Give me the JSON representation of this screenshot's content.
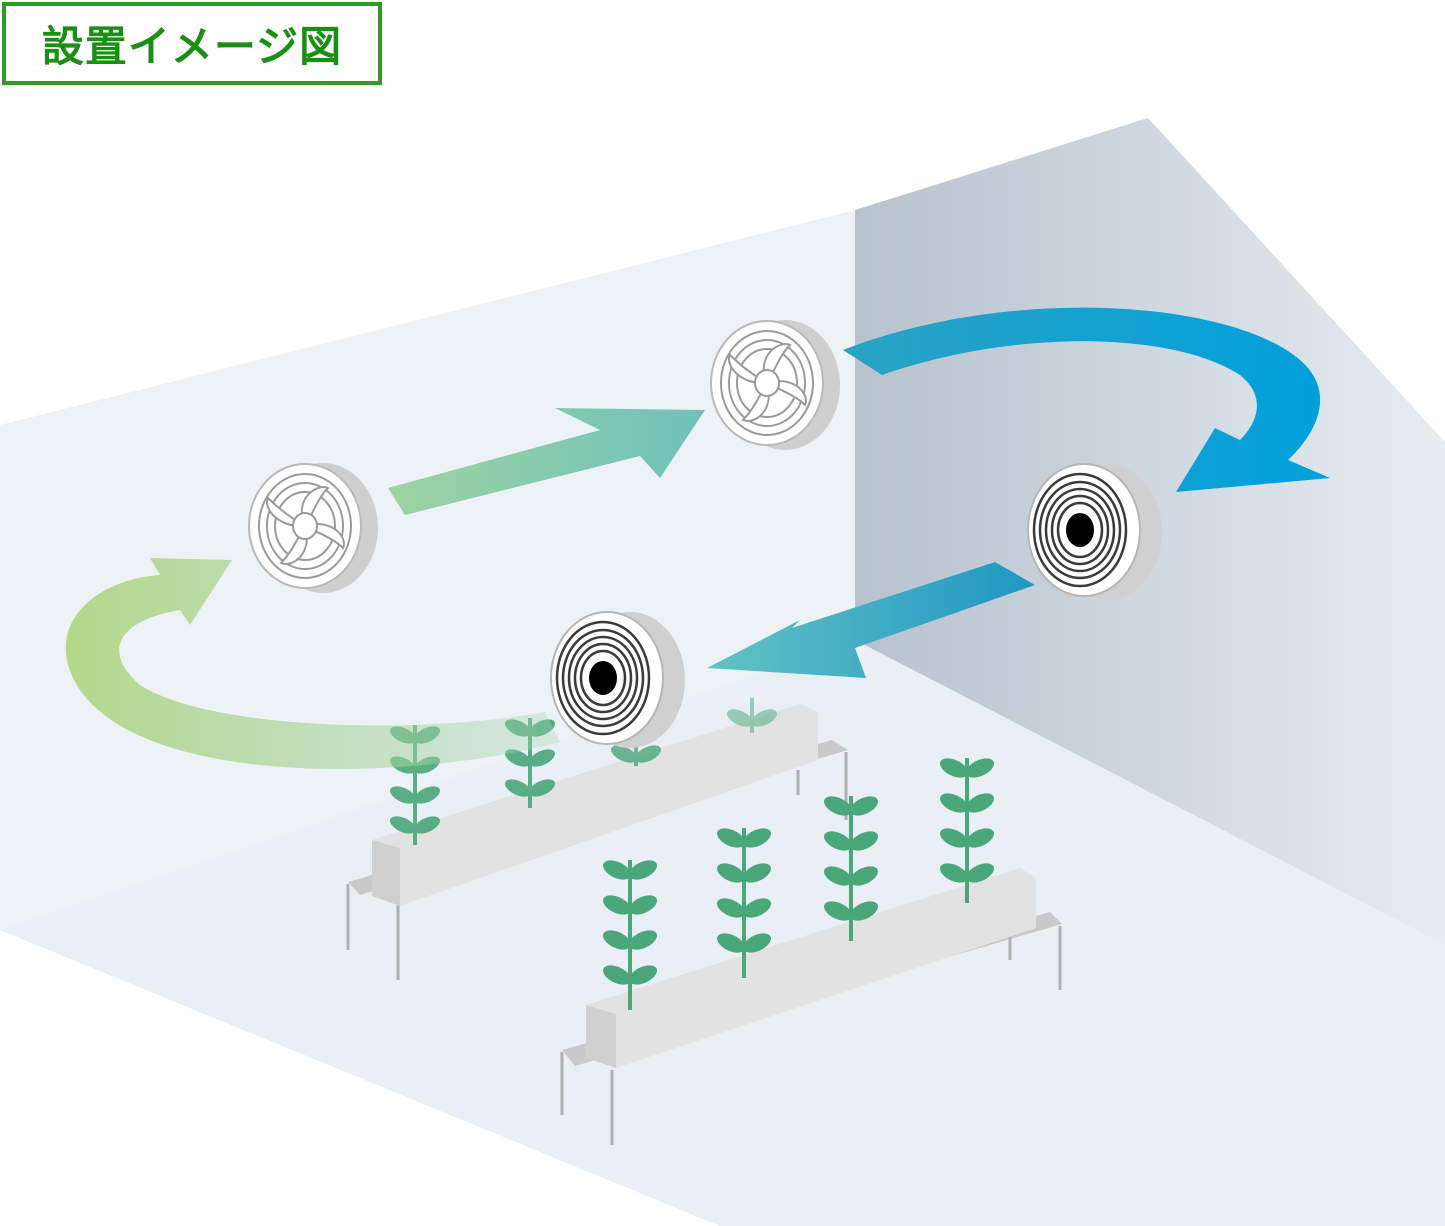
{
  "title": "設置イメージ図",
  "colors": {
    "title_border": "#2a9e1f",
    "title_text": "#1b8e14",
    "floor": "#eaf0f6",
    "wall_left": "#eaf0f6",
    "wall_right_dark": "#b8c4cf",
    "arrow_green": "#a9d27a",
    "arrow_teal": "#6cc0b8",
    "arrow_blue": "#009ad6",
    "plant": "#4aa77a",
    "planter": "#d8d8d8"
  },
  "fans": [
    {
      "name": "intake-fan-left",
      "facing": "front"
    },
    {
      "name": "intake-fan-top",
      "facing": "front"
    },
    {
      "name": "exhaust-fan-right",
      "facing": "back"
    },
    {
      "name": "exhaust-fan-bottom",
      "facing": "back"
    }
  ],
  "planters": [
    {
      "name": "planter-back",
      "plants": 4
    },
    {
      "name": "planter-front",
      "plants": 4
    }
  ]
}
